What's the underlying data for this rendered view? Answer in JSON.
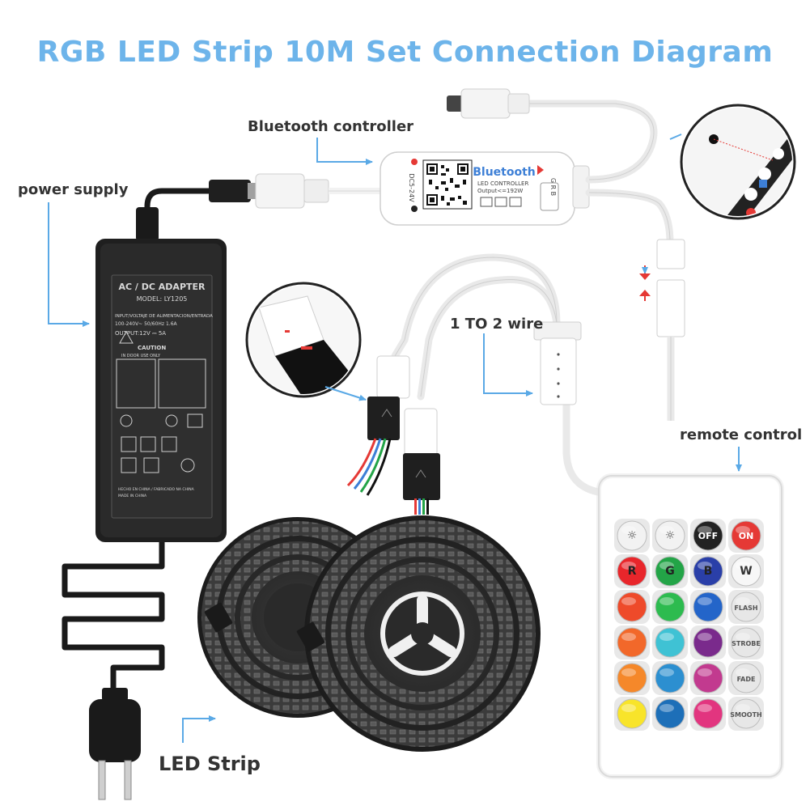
{
  "title": "RGB LED Strip 10M Set Connection Diagram",
  "labels": {
    "bluetooth_controller": "Bluetooth controller",
    "power_supply": "power supply",
    "one_to_two_wire": "1 TO 2 wire",
    "remote_control": "remote control",
    "led_strip": "LED Strip"
  },
  "adapter": {
    "heading": "AC / DC ADAPTER",
    "model": "MODEL: LY1205",
    "input_line": "INPUT/VOLTAJE DE ALIMENTACION/ENTRADA",
    "input_value": "100-240V~ 50/60Hz 1.6A",
    "output": "OUTPUT:12V ⎓ 5A",
    "caution": "CAUTION",
    "caution_sub": "IN DOOR USE ONLY",
    "made_in": "HECHO EN CHINA / FABRICADO NA CHINA",
    "made_in_2": "MADE IN CHINA"
  },
  "controller": {
    "brand": "Bluetooth",
    "line1": "LED CONTROLLER",
    "line2": "Output<=192W",
    "voltage": "DC5-24V",
    "pins": "G R B"
  },
  "remote": {
    "buttons": [
      {
        "label": "☼",
        "color": "#f2f2f2",
        "text_color": "#444"
      },
      {
        "label": "☼",
        "color": "#f2f2f2",
        "text_color": "#444"
      },
      {
        "label": "OFF",
        "color": "#222222",
        "text_color": "#ffffff"
      },
      {
        "label": "ON",
        "color": "#e53935",
        "text_color": "#ffffff"
      },
      {
        "label": "R",
        "color": "#e8262b",
        "text_color": "#222"
      },
      {
        "label": "G",
        "color": "#23a447",
        "text_color": "#222"
      },
      {
        "label": "B",
        "color": "#2a3fa8",
        "text_color": "#222"
      },
      {
        "label": "W",
        "color": "#f7f7f7",
        "text_color": "#333"
      },
      {
        "label": "",
        "color": "#ee4a2a",
        "text_color": "#222"
      },
      {
        "label": "",
        "color": "#2dbb4f",
        "text_color": "#222"
      },
      {
        "label": "",
        "color": "#2465c9",
        "text_color": "#222"
      },
      {
        "label": "FLASH",
        "color": "#e7e7e7",
        "text_color": "#555"
      },
      {
        "label": "",
        "color": "#f2682a",
        "text_color": "#222"
      },
      {
        "label": "",
        "color": "#3fc2d4",
        "text_color": "#222"
      },
      {
        "label": "",
        "color": "#7a2a8c",
        "text_color": "#222"
      },
      {
        "label": "STROBE",
        "color": "#e7e7e7",
        "text_color": "#555"
      },
      {
        "label": "",
        "color": "#f5882a",
        "text_color": "#222"
      },
      {
        "label": "",
        "color": "#2c8fd0",
        "text_color": "#222"
      },
      {
        "label": "",
        "color": "#c23a8f",
        "text_color": "#222"
      },
      {
        "label": "FADE",
        "color": "#e7e7e7",
        "text_color": "#555"
      },
      {
        "label": "",
        "color": "#f8e42a",
        "text_color": "#222"
      },
      {
        "label": "",
        "color": "#1d6fb8",
        "text_color": "#222"
      },
      {
        "label": "",
        "color": "#e2357f",
        "text_color": "#222"
      },
      {
        "label": "SMOOTH",
        "color": "#e7e7e7",
        "text_color": "#555"
      }
    ]
  },
  "colors": {
    "title": "#6db4ea",
    "arrow": "#5aa9e6",
    "adapter_body": "#1f1f1f",
    "strip_reel": "#2b2b2b",
    "wire": "#ffffff"
  }
}
